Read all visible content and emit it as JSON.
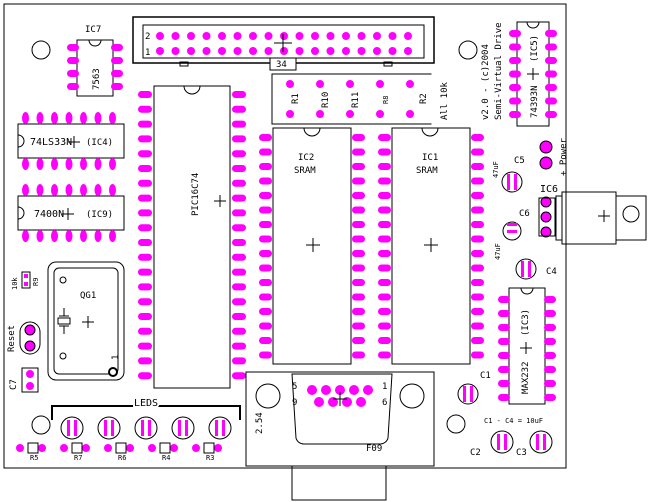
{
  "board": {
    "bg_color": "#ffffff",
    "pad_color": "#ff00ff",
    "outline_color": "#000000"
  },
  "labels": {
    "ic7": "IC7",
    "ic7_part": "7563",
    "header_pin2": "2",
    "header_pin1": "1",
    "header_pin34": "34",
    "ic5_part": "74393N",
    "ic5_ref": "(IC5)",
    "version_line1": "v2.0 - (c)2004",
    "version_line2": "Semi-Virtual Drive",
    "resistors": [
      "R1",
      "R10",
      "R11",
      "R8",
      "R2"
    ],
    "resistor_note": "All 10k",
    "ic4_part": "74LS33N",
    "ic4_ref": "(IC4)",
    "ic9_part": "7400N",
    "ic9_ref": "(IC9)",
    "pic_part": "PIC16C74",
    "ic2_ref": "IC2",
    "ic2_type": "SRAM",
    "ic1_ref": "IC1",
    "ic1_type": "SRAM",
    "c5_value": "47uF",
    "c5_ref": "C5",
    "power_label": "+ Power",
    "ic6_ref": "IC6",
    "c6_ref": "C6",
    "c4_value": "47uF",
    "c4_ref": "C4",
    "qg1_ref": "QG1",
    "r9_value": "10k",
    "r9_ref": "R9",
    "reset_label": "Reset",
    "c7_ref": "C7",
    "pin1_marker": "1",
    "max_part": "MAX232",
    "max_ref": "(IC3)",
    "c1_ref": "C1",
    "leds_label": "LEDS",
    "db9_pin5": "5",
    "db9_pin1": "1",
    "db9_pin9": "9",
    "db9_pin6": "6",
    "rs232_label": "2.54",
    "cap_note": "C1 - C4 = 10uF",
    "c2_ref": "C2",
    "c3_ref": "C3",
    "f09_label": "F09",
    "bottom_resistors": [
      "R5",
      "R7",
      "R6",
      "R4",
      "R3"
    ]
  }
}
